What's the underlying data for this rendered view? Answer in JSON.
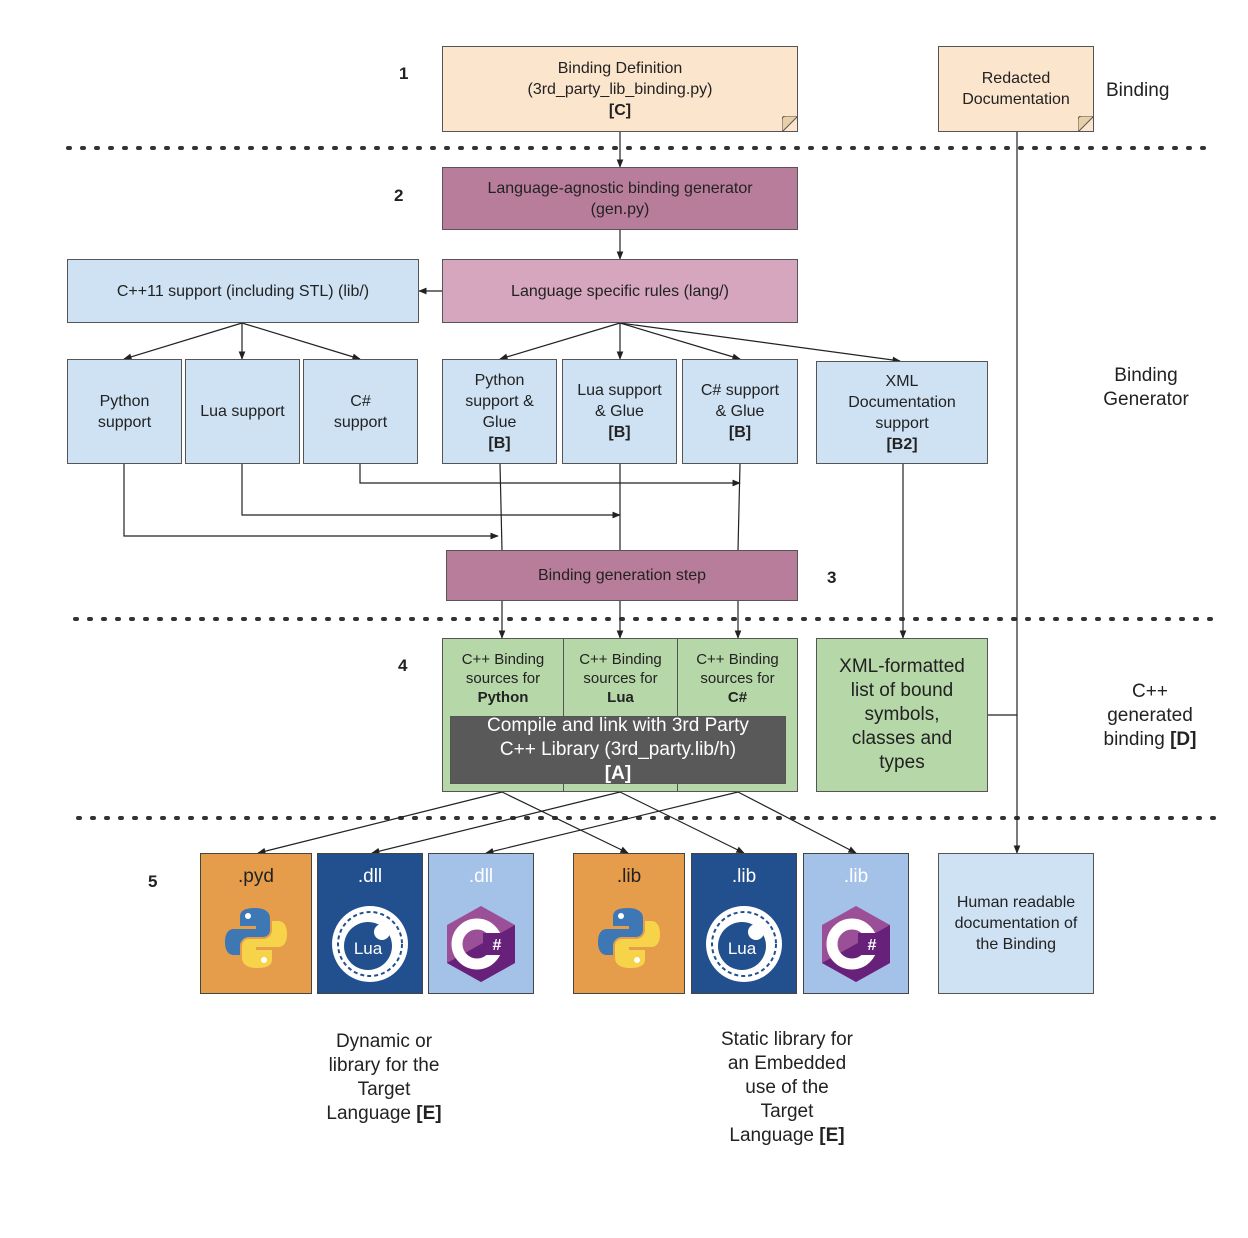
{
  "step_numbers": [
    "1",
    "2",
    "3",
    "4",
    "5"
  ],
  "sections": {
    "binding": "Binding",
    "binding_generator_1": "Binding",
    "binding_generator_2": "Generator",
    "generated_1": "C++",
    "generated_2": "generated",
    "generated_3": "binding",
    "generated_tag": "[D]"
  },
  "nodes": {
    "binding_definition": {
      "line1": "Binding Definition",
      "line2": "(3rd_party_lib_binding.py)",
      "tag": "[C]"
    },
    "redacted_doc": {
      "line1": "Redacted",
      "line2": "Documentation"
    },
    "generator": {
      "line1": "Language-agnostic binding generator",
      "line2": "(gen.py)"
    },
    "cpp11": {
      "label": "C++11 support (including STL) (lib/)"
    },
    "lang_rules": {
      "label": "Language specific rules (lang/)"
    },
    "python_support": {
      "line1": "Python",
      "line2": "support"
    },
    "lua_support": {
      "label": "Lua support"
    },
    "cs_support": {
      "line1": "C#",
      "line2": "support"
    },
    "python_glue": {
      "line1": "Python",
      "line2": "support &",
      "line3": "Glue",
      "tag": "[B]"
    },
    "lua_glue": {
      "line1": "Lua support",
      "line2": "& Glue",
      "tag": "[B]"
    },
    "cs_glue": {
      "line1": "C# support",
      "line2": "& Glue",
      "tag": "[B]"
    },
    "xml_support": {
      "line1": "XML",
      "line2": "Documentation",
      "line3": "support",
      "tag": "[B2]"
    },
    "generation_step": {
      "label": "Binding generation step"
    },
    "src_python": {
      "line1": "C++ Binding",
      "line2": "sources for",
      "lang": "Python"
    },
    "src_lua": {
      "line1": "C++ Binding",
      "line2": "sources for",
      "lang": "Lua"
    },
    "src_cs": {
      "line1": "C++ Binding",
      "line2": "sources for",
      "lang": "C#"
    },
    "compile": {
      "line1": "Compile and link with 3rd Party",
      "line2": "C++ Library (3rd_party.lib/h)",
      "tag": "[A]"
    },
    "xml_list": {
      "line1": "XML-formatted",
      "line2": "list of bound",
      "line3": "symbols,",
      "line4": "classes and",
      "line5": "types"
    },
    "human_doc": {
      "line1": "Human readable",
      "line2": "documentation of",
      "line3": "the Binding"
    }
  },
  "outputs": [
    {
      "ext": ".pyd",
      "icon": "python-logo-icon",
      "color": "#e59d4b"
    },
    {
      "ext": ".dll",
      "icon": "lua-logo-icon",
      "color": "#22508f"
    },
    {
      "ext": ".dll",
      "icon": "csharp-logo-icon",
      "color": "#a4c2e8"
    },
    {
      "ext": ".lib",
      "icon": "python-logo-icon",
      "color": "#e59d4b"
    },
    {
      "ext": ".lib",
      "icon": "lua-logo-icon",
      "color": "#22508f"
    },
    {
      "ext": ".lib",
      "icon": "csharp-logo-icon",
      "color": "#a4c2e8"
    }
  ],
  "logo_text": {
    "lua": "Lua",
    "csharp": "#"
  },
  "captions": {
    "dynamic": {
      "line1": "Dynamic or",
      "line2": "library for the",
      "line3": "Target",
      "line4": "Language",
      "tag": "[E]"
    },
    "static": {
      "line1": "Static library for",
      "line2": "an Embedded",
      "line3": "use of the",
      "line4": "Target",
      "line5": "Language",
      "tag": "[E]"
    }
  }
}
